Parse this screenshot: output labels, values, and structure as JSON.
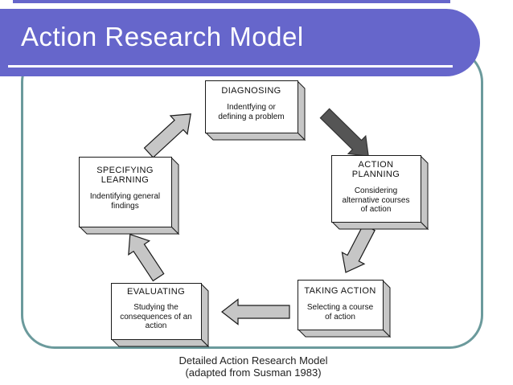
{
  "slide": {
    "title": "Action Research Model",
    "caption": "Detailed Action Research Model\n(adapted from Susman 1983)"
  },
  "colors": {
    "banner_purple": "#6666CB",
    "frame_teal": "#6B9A9C",
    "box_face": "#FFFFFF",
    "box_side_gray": "#C6C6C6",
    "arrow_light_gray": "#C6C6C6",
    "arrow_dark_gray": "#555555",
    "text": "#111111"
  },
  "diagram": {
    "boxes": [
      {
        "id": "diagnosing",
        "title": "DIAGNOSING",
        "body": "Indentfying or\ndefining a problem"
      },
      {
        "id": "action-planning",
        "title": "ACTION\nPLANNING",
        "body": "Considering\nalternative courses\nof action"
      },
      {
        "id": "taking-action",
        "title": "TAKING ACTION",
        "body": "Selecting a course\nof action"
      },
      {
        "id": "evaluating",
        "title": "EVALUATING",
        "body": "Studying the\nconsequences of an\naction"
      },
      {
        "id": "specifying-learning",
        "title": "SPECIFYING\nLEARNING",
        "body": "Indentifying general\nfindings"
      }
    ],
    "arrows": [
      {
        "from": "specifying-learning",
        "to": "diagnosing",
        "direction": "up-right",
        "color": "#C6C6C6"
      },
      {
        "from": "diagnosing",
        "to": "action-planning",
        "direction": "down-right",
        "color": "#555555"
      },
      {
        "from": "action-planning",
        "to": "taking-action",
        "direction": "down-left",
        "color": "#C6C6C6"
      },
      {
        "from": "taking-action",
        "to": "evaluating",
        "direction": "left",
        "color": "#C6C6C6"
      },
      {
        "from": "evaluating",
        "to": "specifying-learning",
        "direction": "up-left",
        "color": "#C6C6C6"
      }
    ]
  }
}
